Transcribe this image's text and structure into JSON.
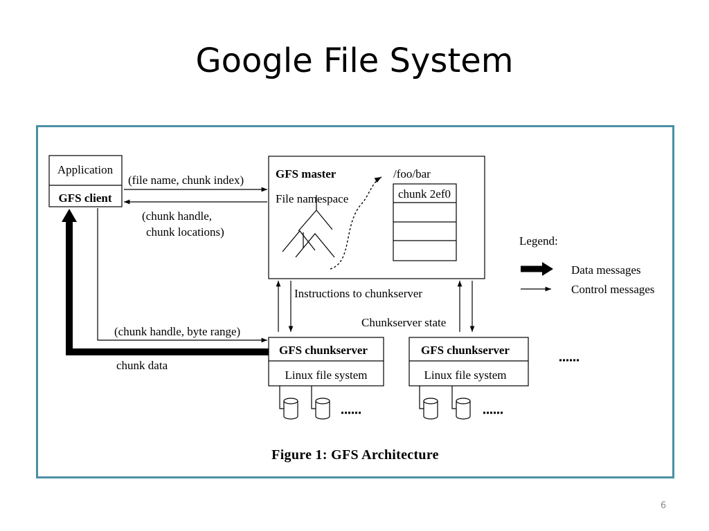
{
  "slide": {
    "title": "Google File System",
    "page_number": "6"
  },
  "figure": {
    "caption": "Figure 1:  GFS Architecture",
    "client_box": {
      "application": "Application",
      "gfs_client": "GFS client"
    },
    "master_box": {
      "title": "GFS master",
      "namespace": "File namespace",
      "path": "/foo/bar",
      "chunk_label": "chunk 2ef0"
    },
    "chunkservers": [
      {
        "title": "GFS chunkserver",
        "fs": "Linux file system"
      },
      {
        "title": "GFS chunkserver",
        "fs": "Linux file system"
      }
    ],
    "messages": {
      "request": "(file name, chunk index)",
      "reply_line1": "(chunk handle,",
      "reply_line2": " chunk locations)",
      "instructions": "Instructions to chunkserver",
      "state": "Chunkserver state",
      "read_request": "(chunk handle, byte range)",
      "chunk_data": "chunk data"
    },
    "legend": {
      "title": "Legend:",
      "data": "Data messages",
      "control": "Control messages"
    }
  },
  "colors": {
    "frame_border": "#4a8fa3",
    "text": "#000000"
  }
}
